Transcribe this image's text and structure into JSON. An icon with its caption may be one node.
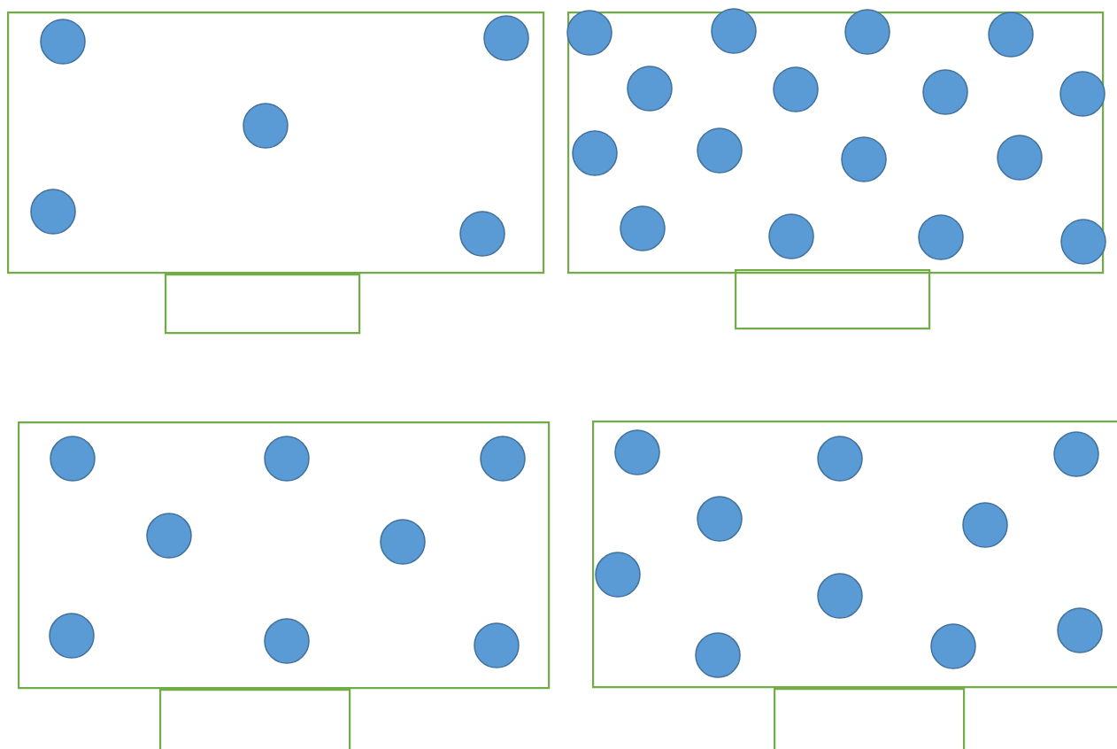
{
  "diagram": {
    "nodes": [
      {
        "text": [],
        "shape": "box"
      },
      {
        "text": [],
        "shape": "box"
      },
      {
        "text": [],
        "shape": "box"
      },
      {
        "text": [],
        "shape": "box"
      },
      {
        "text": [],
        "shape": "box"
      },
      {
        "text": [],
        "shape": "box"
      },
      {
        "text": [],
        "shape": "box"
      },
      {
        "text": [],
        "shape": "box"
      },
      {
        "text": [],
        "shape": "circle",
        "in": 0
      },
      {
        "text": [],
        "shape": "circle",
        "in": 0
      },
      {
        "text": [],
        "shape": "circle",
        "in": 0
      },
      {
        "text": [],
        "shape": "circle",
        "in": 0
      },
      {
        "text": [],
        "shape": "circle",
        "in": 0
      },
      {
        "text": [],
        "shape": "circle",
        "in": 2
      },
      {
        "text": [],
        "shape": "circle",
        "in": 2
      },
      {
        "text": [],
        "shape": "circle",
        "in": 2
      },
      {
        "text": [],
        "shape": "circle",
        "in": 2
      },
      {
        "text": [],
        "shape": "circle",
        "in": 2
      },
      {
        "text": [],
        "shape": "circle",
        "in": 2
      },
      {
        "text": [],
        "shape": "circle",
        "in": 2
      },
      {
        "text": [],
        "shape": "circle",
        "in": 2
      },
      {
        "text": [],
        "shape": "circle",
        "in": 2
      },
      {
        "text": [],
        "shape": "circle",
        "in": 2
      },
      {
        "text": [],
        "shape": "circle",
        "in": 2
      },
      {
        "text": [],
        "shape": "circle",
        "in": 2
      },
      {
        "text": [],
        "shape": "circle",
        "in": 2
      },
      {
        "text": [],
        "shape": "circle",
        "in": 2
      },
      {
        "text": [],
        "shape": "circle",
        "in": 2
      },
      {
        "text": [],
        "shape": "circle",
        "in": 2
      },
      {
        "text": [],
        "shape": "circle",
        "in": 4
      },
      {
        "text": [],
        "shape": "circle",
        "in": 4
      },
      {
        "text": [],
        "shape": "circle",
        "in": 4
      },
      {
        "text": [],
        "shape": "circle",
        "in": 4
      },
      {
        "text": [],
        "shape": "circle",
        "in": 4
      },
      {
        "text": [],
        "shape": "circle",
        "in": 4
      },
      {
        "text": [],
        "shape": "circle",
        "in": 4
      },
      {
        "text": [],
        "shape": "circle",
        "in": 4
      },
      {
        "text": [],
        "shape": "circle",
        "in": 6
      },
      {
        "text": [],
        "shape": "circle",
        "in": 6
      },
      {
        "text": [],
        "shape": "circle",
        "in": 6
      },
      {
        "text": [],
        "shape": "circle",
        "in": 6
      },
      {
        "text": [],
        "shape": "circle",
        "in": 6
      },
      {
        "text": [],
        "shape": "circle",
        "in": 6
      },
      {
        "text": [],
        "shape": "circle",
        "in": 6
      },
      {
        "text": [],
        "shape": "circle",
        "in": 6
      },
      {
        "text": [],
        "shape": "circle",
        "in": 6
      },
      {
        "text": [],
        "shape": "circle",
        "in": 6
      }
    ]
  }
}
